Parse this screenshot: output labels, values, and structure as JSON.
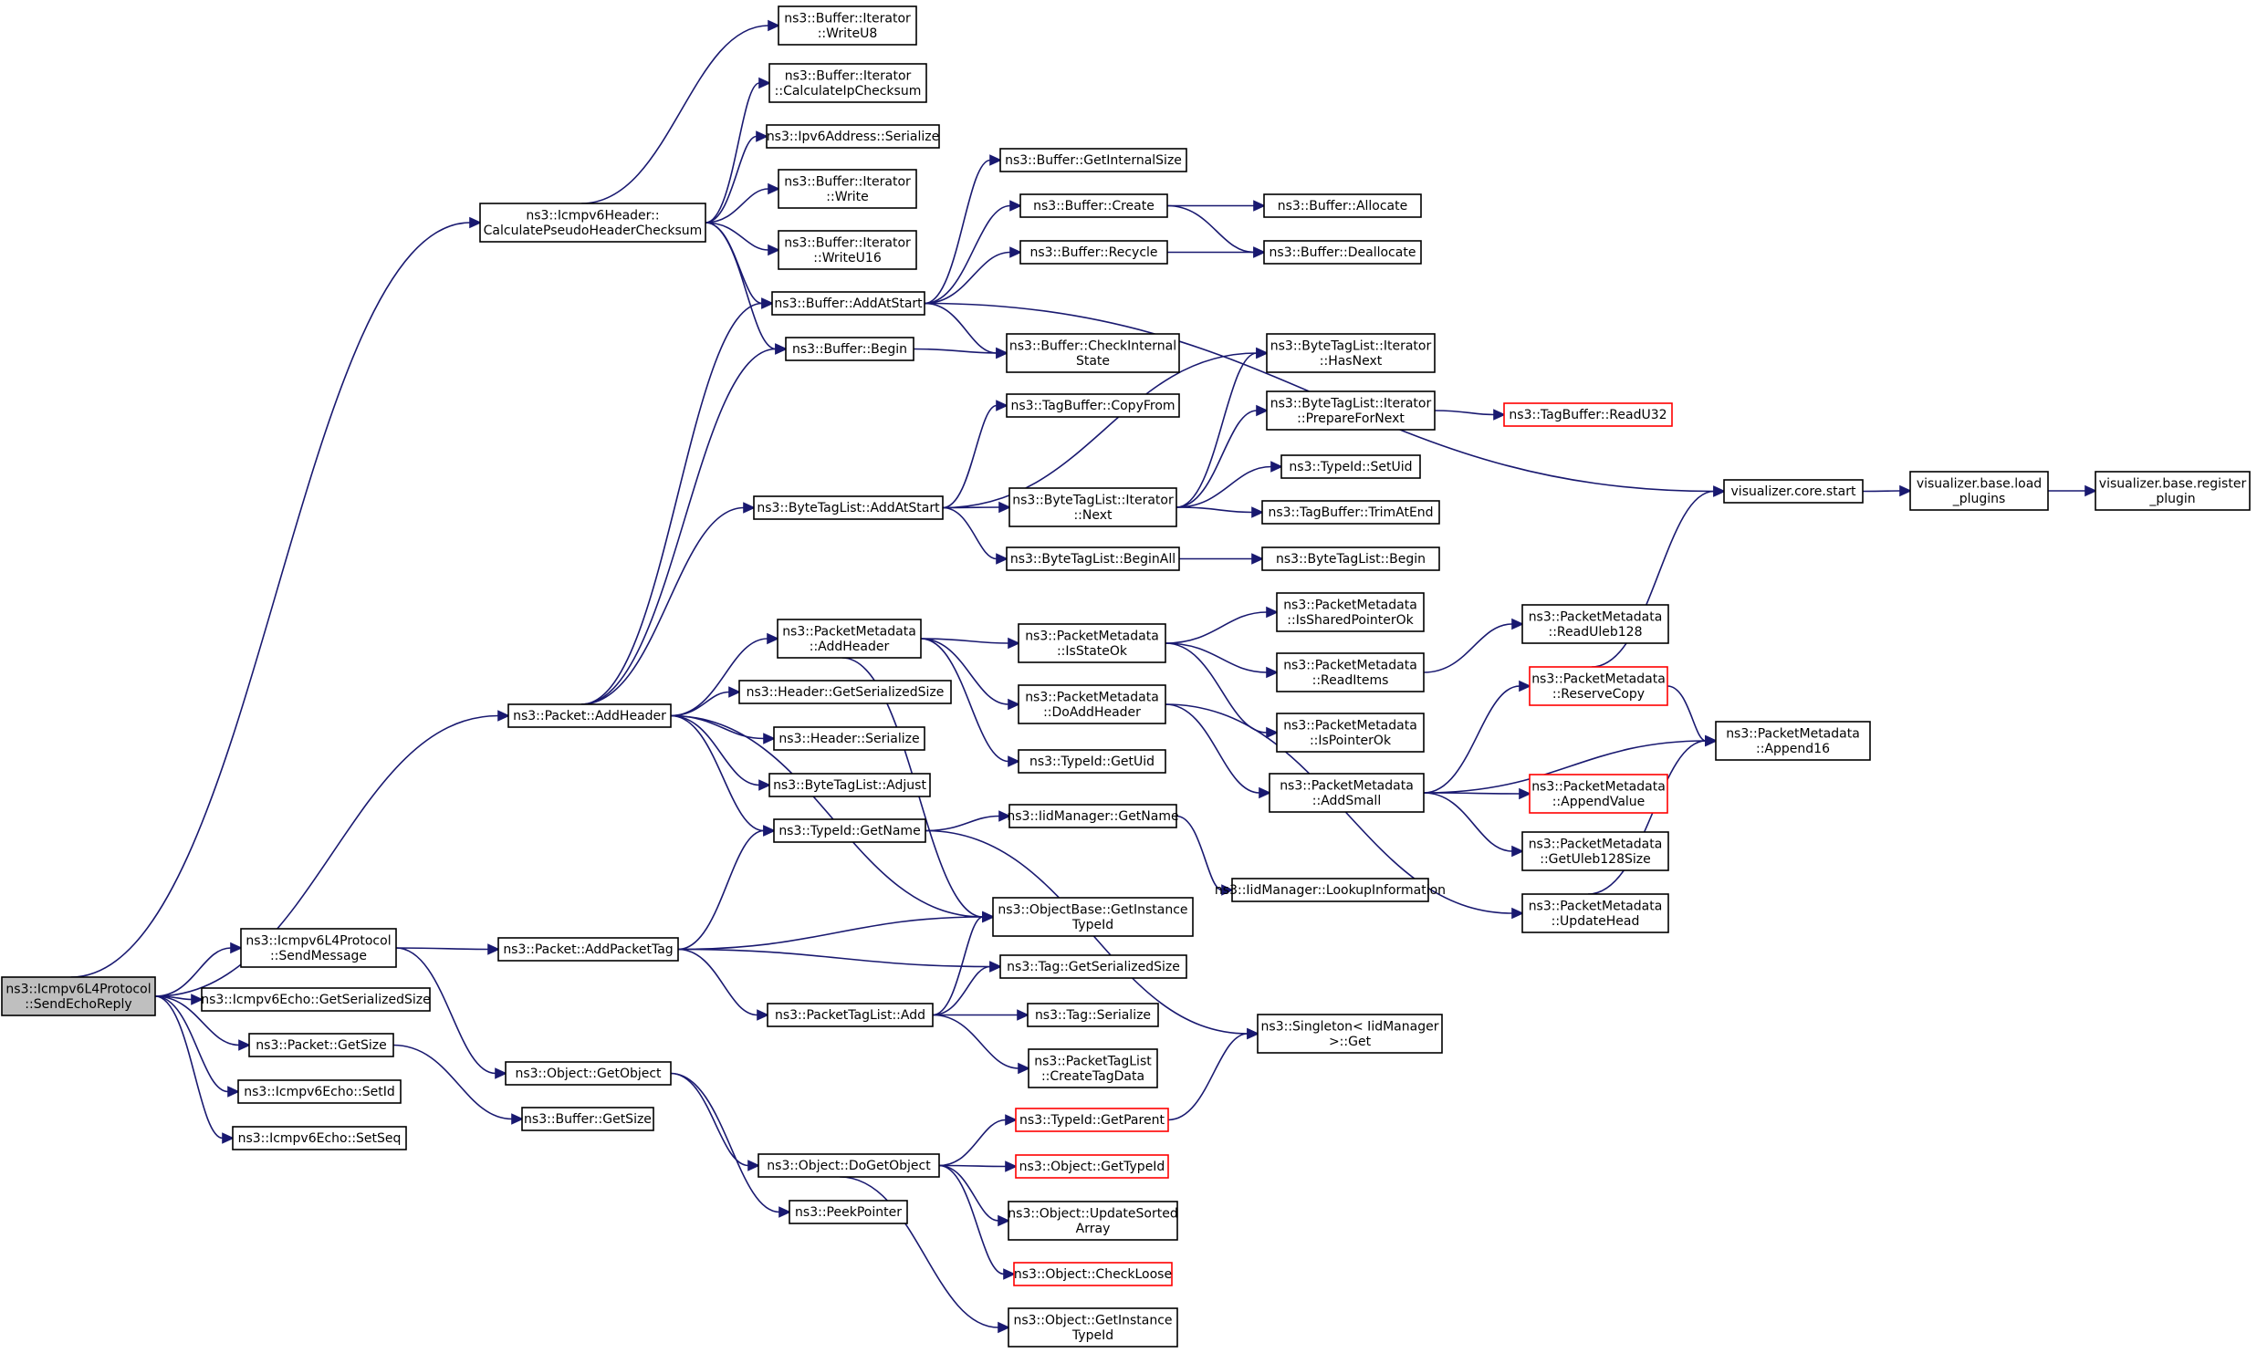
{
  "graph": {
    "nodes": [
      {
        "id": "send_echo_reply",
        "lines": [
          "ns3::Icmpv6L4Protocol",
          "::SendEchoReply"
        ],
        "root": true
      },
      {
        "id": "calc_pseudo",
        "lines": [
          "ns3::Icmpv6Header::",
          "CalculatePseudoHeaderChecksum"
        ]
      },
      {
        "id": "iter_write_u8",
        "lines": [
          "ns3::Buffer::Iterator",
          "::WriteU8"
        ]
      },
      {
        "id": "iter_calc_ip",
        "lines": [
          "ns3::Buffer::Iterator",
          "::CalculateIpChecksum"
        ]
      },
      {
        "id": "ipv6_serialize",
        "lines": [
          "ns3::Ipv6Address::Serialize"
        ]
      },
      {
        "id": "iter_write",
        "lines": [
          "ns3::Buffer::Iterator",
          "::Write"
        ]
      },
      {
        "id": "iter_write_u16",
        "lines": [
          "ns3::Buffer::Iterator",
          "::WriteU16"
        ]
      },
      {
        "id": "buf_add_at_start",
        "lines": [
          "ns3::Buffer::AddAtStart"
        ]
      },
      {
        "id": "buf_begin",
        "lines": [
          "ns3::Buffer::Begin"
        ]
      },
      {
        "id": "buf_get_internal",
        "lines": [
          "ns3::Buffer::GetInternalSize"
        ]
      },
      {
        "id": "buf_create",
        "lines": [
          "ns3::Buffer::Create"
        ]
      },
      {
        "id": "buf_recycle",
        "lines": [
          "ns3::Buffer::Recycle"
        ]
      },
      {
        "id": "buf_check_internal",
        "lines": [
          "ns3::Buffer::CheckInternal",
          "State"
        ]
      },
      {
        "id": "buf_allocate",
        "lines": [
          "ns3::Buffer::Allocate"
        ]
      },
      {
        "id": "buf_deallocate",
        "lines": [
          "ns3::Buffer::Deallocate"
        ]
      },
      {
        "id": "vis_core_start",
        "lines": [
          "visualizer.core.start"
        ]
      },
      {
        "id": "vis_load_plugins",
        "lines": [
          "visualizer.base.load",
          "_plugins"
        ]
      },
      {
        "id": "vis_register_plugin",
        "lines": [
          "visualizer.base.register",
          "_plugin"
        ]
      },
      {
        "id": "btl_iter_hasnext",
        "lines": [
          "ns3::ByteTagList::Iterator",
          "::HasNext"
        ]
      },
      {
        "id": "btl_iter_prepare",
        "lines": [
          "ns3::ByteTagList::Iterator",
          "::PrepareForNext"
        ]
      },
      {
        "id": "tagbuf_readu32",
        "lines": [
          "ns3::TagBuffer::ReadU32"
        ],
        "red": true
      },
      {
        "id": "tagbuf_copyfrom",
        "lines": [
          "ns3::TagBuffer::CopyFrom"
        ]
      },
      {
        "id": "btl_add_at_start",
        "lines": [
          "ns3::ByteTagList::AddAtStart"
        ]
      },
      {
        "id": "btl_iter_next",
        "lines": [
          "ns3::ByteTagList::Iterator",
          "::Next"
        ]
      },
      {
        "id": "typeid_setuid",
        "lines": [
          "ns3::TypeId::SetUid"
        ]
      },
      {
        "id": "tagbuf_trimatend",
        "lines": [
          "ns3::TagBuffer::TrimAtEnd"
        ]
      },
      {
        "id": "btl_beginall",
        "lines": [
          "ns3::ByteTagList::BeginAll"
        ]
      },
      {
        "id": "btl_begin",
        "lines": [
          "ns3::ByteTagList::Begin"
        ]
      },
      {
        "id": "pm_add_header",
        "lines": [
          "ns3::PacketMetadata",
          "::AddHeader"
        ]
      },
      {
        "id": "pm_is_state_ok",
        "lines": [
          "ns3::PacketMetadata",
          "::IsStateOk"
        ]
      },
      {
        "id": "pm_is_shared_ptr_ok",
        "lines": [
          "ns3::PacketMetadata",
          "::IsSharedPointerOk"
        ]
      },
      {
        "id": "pm_read_items",
        "lines": [
          "ns3::PacketMetadata",
          "::ReadItems"
        ]
      },
      {
        "id": "pm_read_uleb128",
        "lines": [
          "ns3::PacketMetadata",
          "::ReadUleb128"
        ]
      },
      {
        "id": "pm_reserve_copy",
        "lines": [
          "ns3::PacketMetadata",
          "::ReserveCopy"
        ],
        "red": true
      },
      {
        "id": "pm_append16",
        "lines": [
          "ns3::PacketMetadata",
          "::Append16"
        ]
      },
      {
        "id": "pm_do_add_header",
        "lines": [
          "ns3::PacketMetadata",
          "::DoAddHeader"
        ]
      },
      {
        "id": "pm_is_pointer_ok",
        "lines": [
          "ns3::PacketMetadata",
          "::IsPointerOk"
        ]
      },
      {
        "id": "pkt_add_header",
        "lines": [
          "ns3::Packet::AddHeader"
        ]
      },
      {
        "id": "hdr_get_ser_size",
        "lines": [
          "ns3::Header::GetSerializedSize"
        ]
      },
      {
        "id": "hdr_serialize",
        "lines": [
          "ns3::Header::Serialize"
        ]
      },
      {
        "id": "btl_adjust",
        "lines": [
          "ns3::ByteTagList::Adjust"
        ]
      },
      {
        "id": "typeid_getuid",
        "lines": [
          "ns3::TypeId::GetUid"
        ]
      },
      {
        "id": "pm_add_small",
        "lines": [
          "ns3::PacketMetadata",
          "::AddSmall"
        ]
      },
      {
        "id": "pm_append_value",
        "lines": [
          "ns3::PacketMetadata",
          "::AppendValue"
        ],
        "red": true
      },
      {
        "id": "pm_get_uleb128_size",
        "lines": [
          "ns3::PacketMetadata",
          "::GetUleb128Size"
        ]
      },
      {
        "id": "typeid_getname",
        "lines": [
          "ns3::TypeId::GetName"
        ]
      },
      {
        "id": "iid_get_name",
        "lines": [
          "ns3::IidManager::GetName"
        ]
      },
      {
        "id": "iid_lookup_info",
        "lines": [
          "ns3::IidManager::LookupInformation"
        ]
      },
      {
        "id": "pm_update_head",
        "lines": [
          "ns3::PacketMetadata",
          "::UpdateHead"
        ]
      },
      {
        "id": "icmp_send_message",
        "lines": [
          "ns3::Icmpv6L4Protocol",
          "::SendMessage"
        ]
      },
      {
        "id": "pkt_add_packet_tag",
        "lines": [
          "ns3::Packet::AddPacketTag"
        ]
      },
      {
        "id": "objbase_get_instance_typeid",
        "lines": [
          "ns3::ObjectBase::GetInstance",
          "TypeId"
        ]
      },
      {
        "id": "tag_get_ser_size",
        "lines": [
          "ns3::Tag::GetSerializedSize"
        ]
      },
      {
        "id": "echo_get_ser_size",
        "lines": [
          "ns3::Icmpv6Echo::GetSerializedSize"
        ]
      },
      {
        "id": "pkt_get_size",
        "lines": [
          "ns3::Packet::GetSize"
        ]
      },
      {
        "id": "ptl_add",
        "lines": [
          "ns3::PacketTagList::Add"
        ]
      },
      {
        "id": "tag_serialize",
        "lines": [
          "ns3::Tag::Serialize"
        ]
      },
      {
        "id": "singleton_get",
        "lines": [
          "ns3::Singleton< IidManager",
          " >::Get"
        ]
      },
      {
        "id": "ptl_create_tag_data",
        "lines": [
          "ns3::PacketTagList",
          "::CreateTagData"
        ]
      },
      {
        "id": "obj_get_object",
        "lines": [
          "ns3::Object::GetObject"
        ]
      },
      {
        "id": "echo_set_id",
        "lines": [
          "ns3::Icmpv6Echo::SetId"
        ]
      },
      {
        "id": "buf_get_size",
        "lines": [
          "ns3::Buffer::GetSize"
        ]
      },
      {
        "id": "echo_set_seq",
        "lines": [
          "ns3::Icmpv6Echo::SetSeq"
        ]
      },
      {
        "id": "typeid_get_parent",
        "lines": [
          "ns3::TypeId::GetParent"
        ],
        "red": true
      },
      {
        "id": "obj_do_get_object",
        "lines": [
          "ns3::Object::DoGetObject"
        ]
      },
      {
        "id": "obj_get_typeid",
        "lines": [
          "ns3::Object::GetTypeId"
        ],
        "red": true
      },
      {
        "id": "obj_update_sorted",
        "lines": [
          "ns3::Object::UpdateSorted",
          "Array"
        ]
      },
      {
        "id": "peek_pointer",
        "lines": [
          "ns3::PeekPointer"
        ]
      },
      {
        "id": "obj_check_loose",
        "lines": [
          "ns3::Object::CheckLoose"
        ],
        "red": true
      },
      {
        "id": "obj_get_instance_typeid",
        "lines": [
          "ns3::Object::GetInstance",
          "TypeId"
        ]
      }
    ],
    "edges": [
      [
        "send_echo_reply",
        "calc_pseudo"
      ],
      [
        "send_echo_reply",
        "pkt_add_header"
      ],
      [
        "send_echo_reply",
        "icmp_send_message"
      ],
      [
        "send_echo_reply",
        "echo_get_ser_size"
      ],
      [
        "send_echo_reply",
        "pkt_get_size"
      ],
      [
        "send_echo_reply",
        "echo_set_id"
      ],
      [
        "send_echo_reply",
        "echo_set_seq"
      ],
      [
        "calc_pseudo",
        "iter_write_u8"
      ],
      [
        "calc_pseudo",
        "iter_calc_ip"
      ],
      [
        "calc_pseudo",
        "ipv6_serialize"
      ],
      [
        "calc_pseudo",
        "iter_write"
      ],
      [
        "calc_pseudo",
        "iter_write_u16"
      ],
      [
        "calc_pseudo",
        "buf_add_at_start"
      ],
      [
        "calc_pseudo",
        "buf_begin"
      ],
      [
        "buf_add_at_start",
        "buf_get_internal"
      ],
      [
        "buf_add_at_start",
        "buf_create"
      ],
      [
        "buf_add_at_start",
        "buf_recycle"
      ],
      [
        "buf_add_at_start",
        "buf_check_internal"
      ],
      [
        "buf_add_at_start",
        "vis_core_start"
      ],
      [
        "buf_begin",
        "buf_check_internal"
      ],
      [
        "buf_create",
        "buf_allocate"
      ],
      [
        "buf_create",
        "buf_deallocate"
      ],
      [
        "buf_recycle",
        "buf_deallocate"
      ],
      [
        "vis_core_start",
        "vis_load_plugins"
      ],
      [
        "vis_load_plugins",
        "vis_register_plugin"
      ],
      [
        "btl_iter_prepare",
        "tagbuf_readu32"
      ],
      [
        "btl_add_at_start",
        "tagbuf_copyfrom"
      ],
      [
        "btl_add_at_start",
        "btl_iter_hasnext"
      ],
      [
        "btl_add_at_start",
        "btl_iter_next"
      ],
      [
        "btl_add_at_start",
        "btl_beginall"
      ],
      [
        "btl_iter_next",
        "btl_iter_hasnext"
      ],
      [
        "btl_iter_next",
        "btl_iter_prepare"
      ],
      [
        "btl_iter_next",
        "typeid_setuid"
      ],
      [
        "btl_iter_next",
        "tagbuf_trimatend"
      ],
      [
        "btl_beginall",
        "btl_begin"
      ],
      [
        "pm_add_header",
        "pm_is_state_ok"
      ],
      [
        "pm_add_header",
        "pm_do_add_header"
      ],
      [
        "pm_add_header",
        "typeid_getuid"
      ],
      [
        "pm_add_header",
        "objbase_get_instance_typeid"
      ],
      [
        "pm_is_state_ok",
        "pm_is_shared_ptr_ok"
      ],
      [
        "pm_is_state_ok",
        "pm_read_items"
      ],
      [
        "pm_is_state_ok",
        "pm_is_pointer_ok"
      ],
      [
        "pm_read_items",
        "pm_read_uleb128"
      ],
      [
        "pm_reserve_copy",
        "vis_core_start"
      ],
      [
        "pm_reserve_copy",
        "pm_append16"
      ],
      [
        "pm_do_add_header",
        "pm_add_small"
      ],
      [
        "pm_do_add_header",
        "pm_update_head"
      ],
      [
        "pm_add_small",
        "pm_reserve_copy"
      ],
      [
        "pm_add_small",
        "pm_append16"
      ],
      [
        "pm_add_small",
        "pm_append_value"
      ],
      [
        "pm_add_small",
        "pm_get_uleb128_size"
      ],
      [
        "pm_update_head",
        "pm_append16"
      ],
      [
        "pkt_add_header",
        "buf_add_at_start"
      ],
      [
        "pkt_add_header",
        "buf_begin"
      ],
      [
        "pkt_add_header",
        "btl_add_at_start"
      ],
      [
        "pkt_add_header",
        "pm_add_header"
      ],
      [
        "pkt_add_header",
        "hdr_get_ser_size"
      ],
      [
        "pkt_add_header",
        "hdr_serialize"
      ],
      [
        "pkt_add_header",
        "btl_adjust"
      ],
      [
        "pkt_add_header",
        "typeid_getname"
      ],
      [
        "pkt_add_header",
        "objbase_get_instance_typeid"
      ],
      [
        "typeid_getname",
        "iid_get_name"
      ],
      [
        "typeid_getname",
        "singleton_get"
      ],
      [
        "iid_get_name",
        "iid_lookup_info"
      ],
      [
        "icmp_send_message",
        "pkt_add_packet_tag"
      ],
      [
        "icmp_send_message",
        "obj_get_object"
      ],
      [
        "pkt_add_packet_tag",
        "typeid_getname"
      ],
      [
        "pkt_add_packet_tag",
        "objbase_get_instance_typeid"
      ],
      [
        "pkt_add_packet_tag",
        "tag_get_ser_size"
      ],
      [
        "pkt_add_packet_tag",
        "ptl_add"
      ],
      [
        "ptl_add",
        "objbase_get_instance_typeid"
      ],
      [
        "ptl_add",
        "tag_get_ser_size"
      ],
      [
        "ptl_add",
        "tag_serialize"
      ],
      [
        "ptl_add",
        "ptl_create_tag_data"
      ],
      [
        "pkt_get_size",
        "buf_get_size"
      ],
      [
        "obj_get_object",
        "obj_do_get_object"
      ],
      [
        "obj_get_object",
        "peek_pointer"
      ],
      [
        "typeid_get_parent",
        "singleton_get"
      ],
      [
        "obj_do_get_object",
        "typeid_get_parent"
      ],
      [
        "obj_do_get_object",
        "obj_get_typeid"
      ],
      [
        "obj_do_get_object",
        "obj_update_sorted"
      ],
      [
        "obj_do_get_object",
        "obj_check_loose"
      ],
      [
        "obj_do_get_object",
        "obj_get_instance_typeid"
      ]
    ]
  }
}
